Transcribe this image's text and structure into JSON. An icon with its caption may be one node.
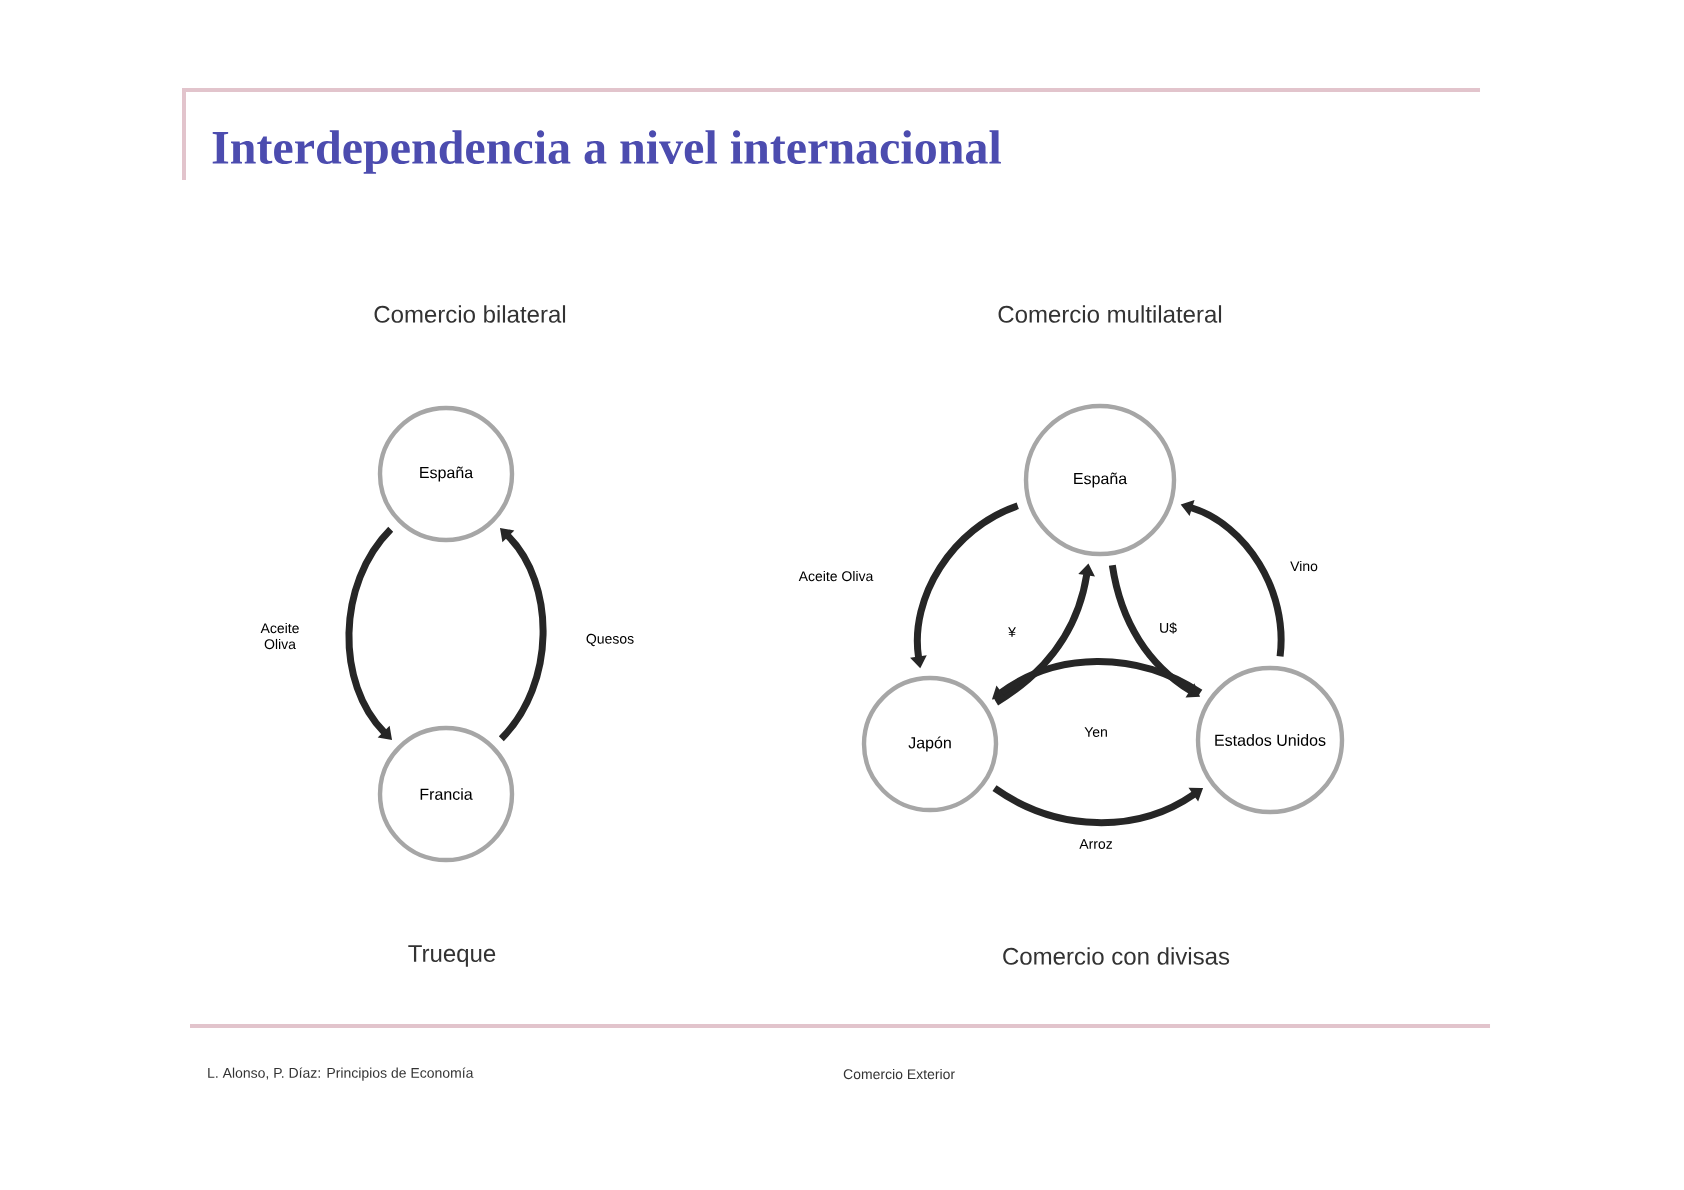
{
  "diagram": {
    "title": "Interdependencia a nivel internacional",
    "nodes": [
      {
        "text": [
          "España"
        ]
      },
      {
        "text": [
          "Francia"
        ]
      },
      {
        "text": [
          "España"
        ]
      },
      {
        "text": [
          "Japón"
        ]
      },
      {
        "text": [
          "Estados Unidos"
        ]
      }
    ],
    "edges": [
      {
        "from": 0,
        "to": 1,
        "arrow": "to",
        "label": "Aceite Oliva"
      },
      {
        "from": 1,
        "to": 0,
        "arrow": "to",
        "label": "Quesos"
      },
      {
        "from": 2,
        "to": 3,
        "arrow": "to",
        "label": "Aceite Oliva"
      },
      {
        "from": 3,
        "to": 2,
        "arrow": "to",
        "label": "¥"
      },
      {
        "from": 2,
        "to": 4,
        "arrow": "to",
        "label": "U$"
      },
      {
        "from": 4,
        "to": 2,
        "arrow": "to",
        "label": "Vino"
      },
      {
        "from": 4,
        "to": 3,
        "arrow": "to",
        "label": "Yen"
      },
      {
        "from": 3,
        "to": 4,
        "arrow": "to",
        "label": "Arroz"
      }
    ],
    "labels": [
      "Comercio bilateral",
      "Comercio multilateral",
      "Trueque",
      "Comercio con divisas",
      "L. Alonso, P. Díaz: Principios de Economía",
      "Comercio Exterior"
    ]
  }
}
